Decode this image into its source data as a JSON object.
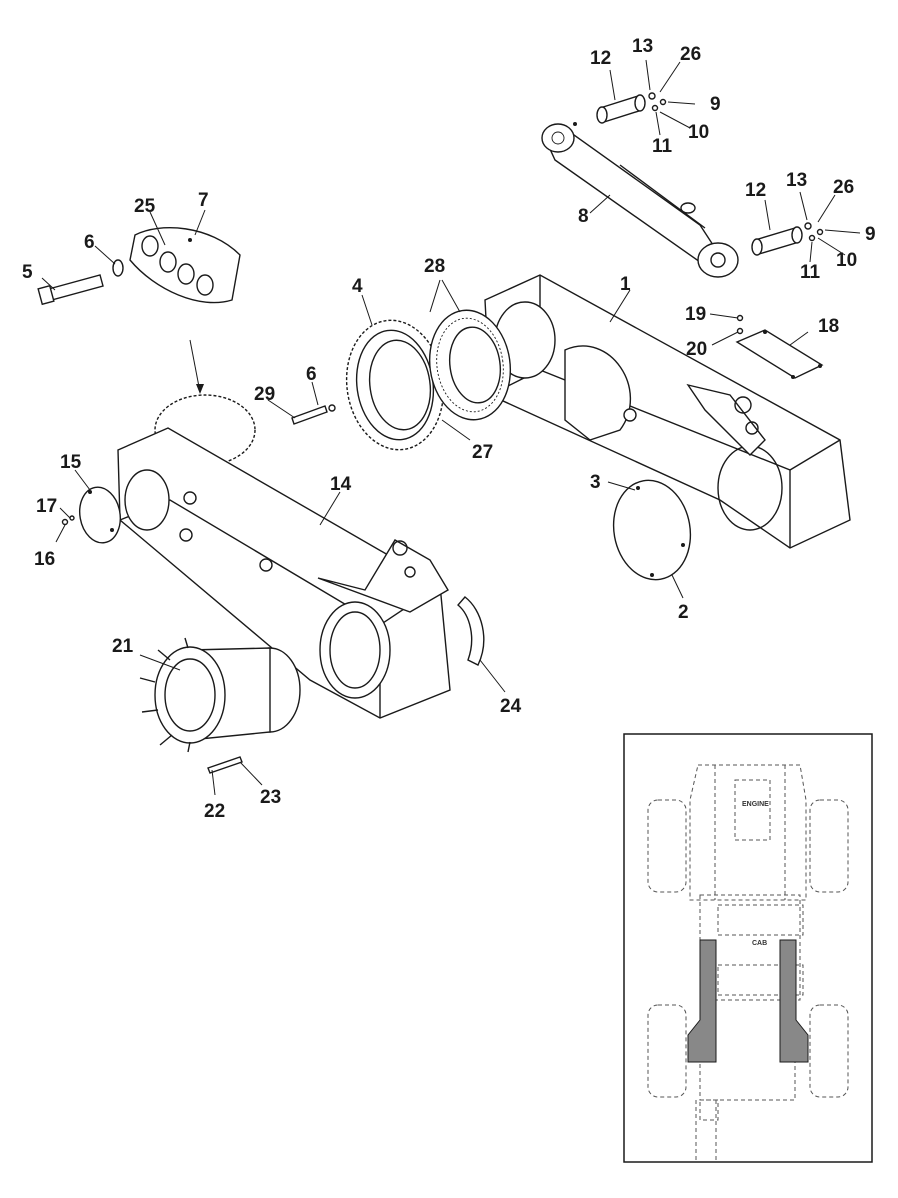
{
  "callouts": {
    "c1": "1",
    "c2": "2",
    "c3": "3",
    "c4": "4",
    "c5": "5",
    "c6a": "6",
    "c6b": "6",
    "c7": "7",
    "c8": "8",
    "c9a": "9",
    "c9b": "9",
    "c10a": "10",
    "c10b": "10",
    "c11a": "11",
    "c11b": "11",
    "c12a": "12",
    "c12b": "12",
    "c13a": "13",
    "c13b": "13",
    "c14": "14",
    "c15": "15",
    "c16": "16",
    "c17": "17",
    "c18": "18",
    "c19": "19",
    "c20": "20",
    "c21": "21",
    "c22": "22",
    "c23": "23",
    "c24": "24",
    "c25": "25",
    "c26a": "26",
    "c26b": "26",
    "c27": "27",
    "c28": "28",
    "c29": "29"
  },
  "inset": {
    "engine_label": "ENGINE",
    "cab_label": "CAB"
  }
}
